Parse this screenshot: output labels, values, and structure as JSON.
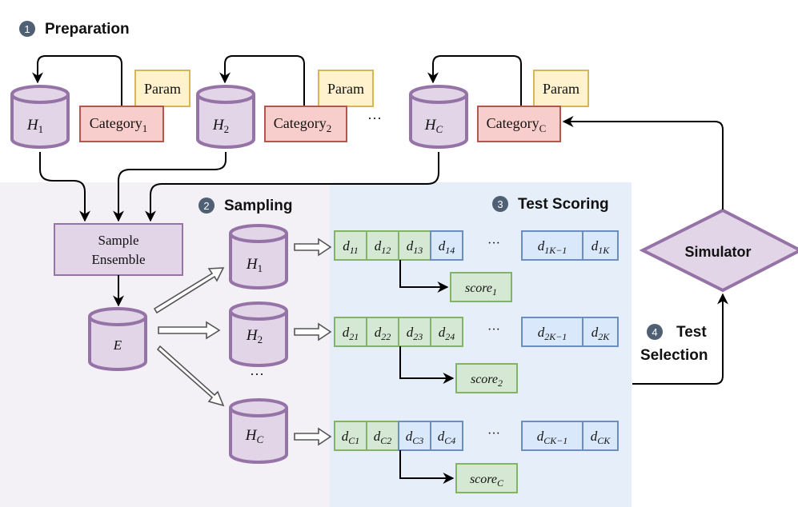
{
  "steps": {
    "preparation": {
      "num": "1",
      "label": "Preparation"
    },
    "sampling": {
      "num": "2",
      "label": "Sampling"
    },
    "scoring": {
      "num": "3",
      "label": "Test Scoring"
    },
    "selection": {
      "num": "4",
      "label_line1": "Test",
      "label_line2": "Selection"
    }
  },
  "preparation": {
    "groups": [
      {
        "db": "H",
        "db_sub": "1",
        "category": "Category",
        "category_sub": "1",
        "param": "Param"
      },
      {
        "db": "H",
        "db_sub": "2",
        "category": "Category",
        "category_sub": "2",
        "param": "Param"
      },
      {
        "db": "H",
        "db_sub": "C",
        "category": "Category",
        "category_sub": "C",
        "param": "Param"
      }
    ],
    "ellipsis": "···"
  },
  "sampling": {
    "ensemble_line1": "Sample",
    "ensemble_line2": "Ensemble",
    "ensemble_db": "E",
    "dbs": [
      {
        "db": "H",
        "sub": "1"
      },
      {
        "db": "H",
        "sub": "2"
      },
      {
        "db": "H",
        "sub": "C"
      }
    ],
    "ellipsis": "···"
  },
  "scoring": {
    "rows": [
      {
        "cells": [
          {
            "base": "d",
            "sub": "11",
            "kind": "green"
          },
          {
            "base": "d",
            "sub": "12",
            "kind": "green"
          },
          {
            "base": "d",
            "sub": "13",
            "kind": "green"
          },
          {
            "base": "d",
            "sub": "14",
            "kind": "blue"
          }
        ],
        "tail": [
          {
            "base": "d",
            "sub": "1K−1",
            "kind": "blue"
          },
          {
            "base": "d",
            "sub": "1K",
            "kind": "blue"
          }
        ],
        "score": "score",
        "score_sub": "1"
      },
      {
        "cells": [
          {
            "base": "d",
            "sub": "21",
            "kind": "green"
          },
          {
            "base": "d",
            "sub": "22",
            "kind": "green"
          },
          {
            "base": "d",
            "sub": "23",
            "kind": "green"
          },
          {
            "base": "d",
            "sub": "24",
            "kind": "green"
          }
        ],
        "tail": [
          {
            "base": "d",
            "sub": "2K−1",
            "kind": "blue"
          },
          {
            "base": "d",
            "sub": "2K",
            "kind": "blue"
          }
        ],
        "score": "score",
        "score_sub": "2"
      },
      {
        "cells": [
          {
            "base": "d",
            "sub": "C1",
            "kind": "green"
          },
          {
            "base": "d",
            "sub": "C2",
            "kind": "green"
          },
          {
            "base": "d",
            "sub": "C3",
            "kind": "blue"
          },
          {
            "base": "d",
            "sub": "C4",
            "kind": "blue"
          }
        ],
        "tail": [
          {
            "base": "d",
            "sub": "CK−1",
            "kind": "blue"
          },
          {
            "base": "d",
            "sub": "CK",
            "kind": "blue"
          }
        ],
        "score": "score",
        "score_sub": "C"
      }
    ],
    "ellipsis": "···"
  },
  "simulator": {
    "label": "Simulator"
  },
  "colors": {
    "purple_fill": "#e1d5e7",
    "purple_stroke": "#9673a6",
    "red_fill": "#f8cecc",
    "red_stroke": "#b85450",
    "yellow_fill": "#fff2cc",
    "yellow_stroke": "#d6b656",
    "green_fill": "#d5e8d4",
    "green_stroke": "#82b366",
    "blue_fill": "#dae8fc",
    "blue_stroke": "#6c8ebf",
    "panel_purple": "#f3f0f6",
    "panel_blue": "#e6eef9",
    "step_circle": "#4f5f74"
  }
}
